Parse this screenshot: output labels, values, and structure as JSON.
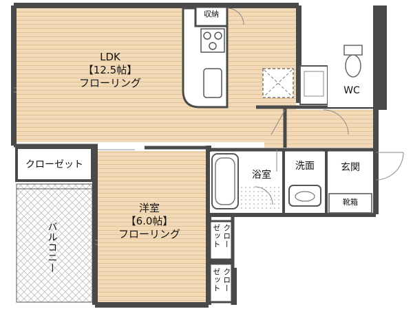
{
  "rooms": {
    "ldk": {
      "name": "LDK",
      "size": "【12.5帖】",
      "floor": "フローリング"
    },
    "western": {
      "name": "洋室",
      "size": "【6.0帖】",
      "floor": "フローリング"
    },
    "bath": "浴室",
    "washroom": "洗面",
    "entrance": "玄関",
    "wc": "WC",
    "storage": "収納",
    "closet": "クローゼット",
    "shoe_box": "靴箱",
    "balcony": "バルコニー",
    "closet_a_col1": "ゼット",
    "closet_a_col2": "クロー",
    "closet_b_col1": "ゼット",
    "closet_b_col2": "クロー"
  },
  "colors": {
    "wall": "#4a4a4a",
    "floor_wood": "#f2d9b8",
    "floor_line": "#e4c59a",
    "wet_area": "#ffffff",
    "closet_fill": "#ffffff",
    "fixture": "#7a7a7a"
  }
}
